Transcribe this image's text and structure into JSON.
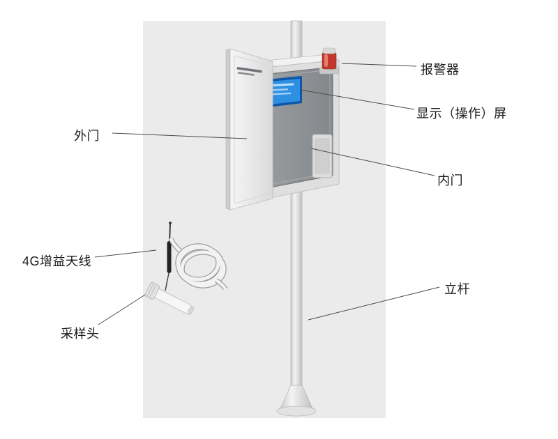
{
  "labels": {
    "alarm": "报警器",
    "screen": "显示（操作）屏",
    "inner_door": "内门",
    "outer_door": "外门",
    "antenna_4g": "4G增益天线",
    "sampling_head": "采样头",
    "pole": "立杆"
  },
  "colors": {
    "background": "#ffffff",
    "panel": "#ebebeb",
    "alarm_red": "#c0392b",
    "screen_blue": "#2f8fe0",
    "inner_door_gray": "#8d9094",
    "leader_line": "#4a4a4a",
    "text": "#1a1a1a"
  }
}
